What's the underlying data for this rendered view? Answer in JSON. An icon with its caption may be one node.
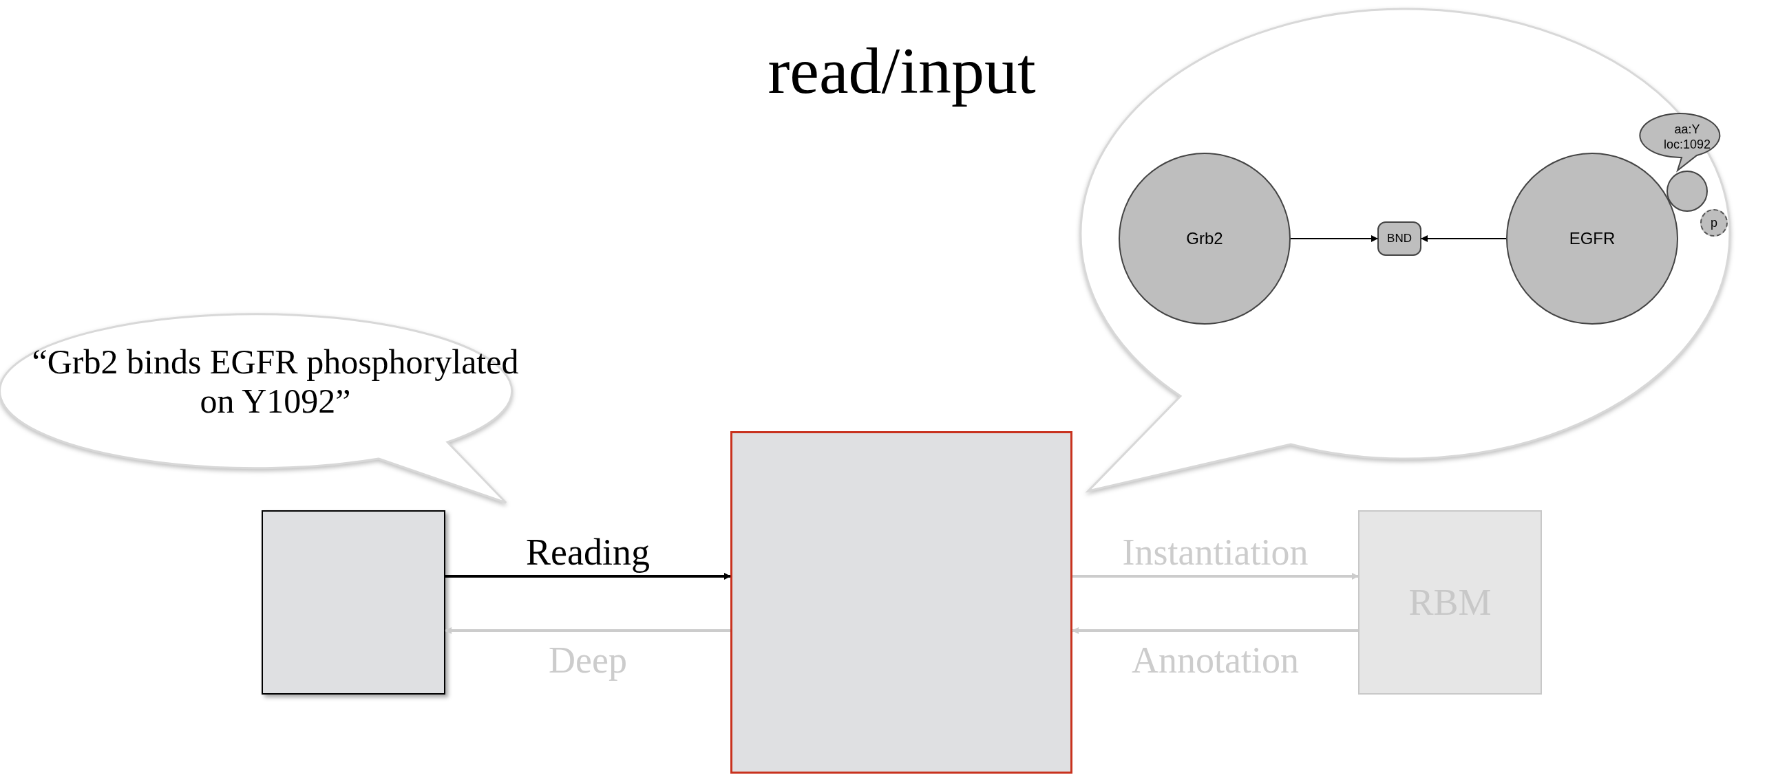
{
  "diagram": {
    "title": "read/input",
    "nodes": [
      {
        "text": [
          "“Grb2 binds EGFR phosphorylated on Y1092”"
        ]
      },
      {
        "text": [],
        "shape": "box"
      },
      {
        "text": [],
        "shape": "box"
      },
      {
        "text": [
          "RBM"
        ]
      },
      {
        "text": [],
        "shape": "cloud"
      },
      {
        "text": [
          "Grb2"
        ],
        "in": 4
      },
      {
        "text": [
          "BND"
        ],
        "in": 4
      },
      {
        "text": [
          "EGFR"
        ],
        "in": 4
      },
      {
        "text": [],
        "shape": "circle",
        "in": 4
      },
      {
        "text": [
          "aa:Y loc:1092"
        ],
        "in": 4
      },
      {
        "text": [
          "p"
        ],
        "in": 4
      }
    ],
    "edges": [
      {
        "from": 1,
        "to": 2,
        "arrow": "to",
        "label": "Reading"
      },
      {
        "from": 2,
        "to": 1,
        "arrow": "to",
        "label": "Deep",
        "color": "#cccccc"
      },
      {
        "from": 2,
        "to": 3,
        "arrow": "to",
        "label": "Instantiation",
        "color": "#cccccc"
      },
      {
        "from": 3,
        "to": 2,
        "arrow": "to",
        "label": "Annotation",
        "color": "#cccccc"
      },
      {
        "from": 5,
        "to": 6,
        "arrow": "to"
      },
      {
        "from": 7,
        "to": 6,
        "arrow": "to"
      }
    ]
  }
}
